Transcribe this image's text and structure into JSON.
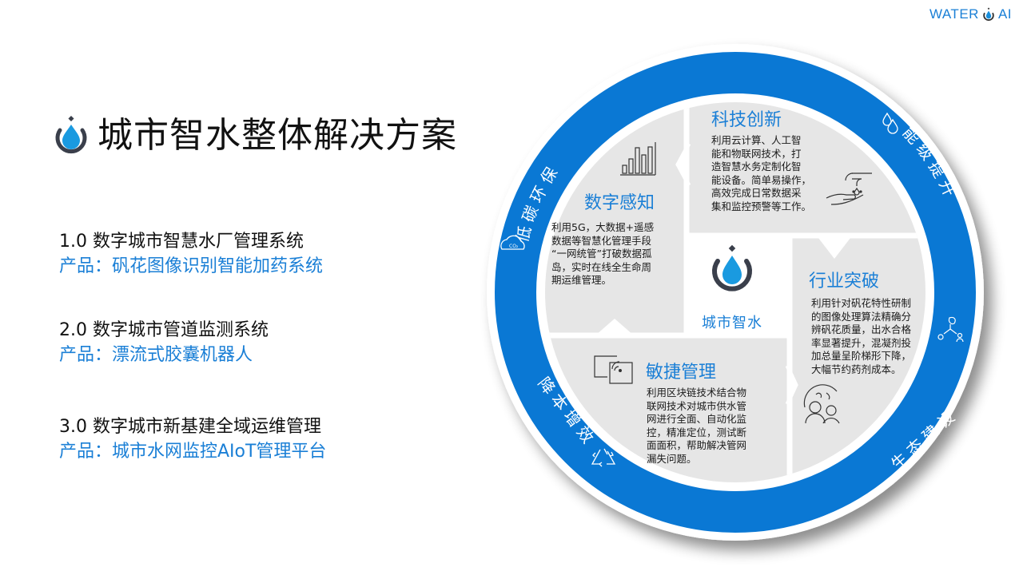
{
  "brand": {
    "left": "WATER",
    "right": "AI"
  },
  "header": {
    "title": "城市智水整体解决方案"
  },
  "products": [
    {
      "system": "1.0 数字城市智慧水厂管理系统",
      "product": "产品：矾花图像识别智能加药系统"
    },
    {
      "system": "2.0 数字城市管道监测系统",
      "product": "产品：漂流式胶囊机器人"
    },
    {
      "system": "3.0 数字城市新基建全域运维管理",
      "product": "产品：城市水网监控AIoT管理平台"
    }
  ],
  "ring": {
    "labels": [
      {
        "text": "低碳环保",
        "icon": "co2-cloud-icon"
      },
      {
        "text": "能级提升",
        "icon": "water-drops-icon"
      },
      {
        "text": "生态建设",
        "icon": "eco-network-icon"
      },
      {
        "text": "降本增效",
        "icon": "recycle-icon"
      }
    ]
  },
  "segments": {
    "digital_perception": {
      "title": "数字感知",
      "icon": "bar-chart-icon",
      "lines": [
        "利用5G，大数据+遥感",
        "数据等智慧化管理手段",
        "“一网统管”打破数据孤",
        "岛，实时在线全生命周",
        "期运维管理。"
      ]
    },
    "tech_innovation": {
      "title": "科技创新",
      "icon": "faucet-hand-icon",
      "lines": [
        "利用云计算、人工智",
        "能和物联网技术，打",
        "造智慧水务定制化智",
        "能设备。简单易操作，",
        "高效完成日常数据采",
        "集和监控预警等工作。"
      ]
    },
    "industry_breakthrough": {
      "title": "行业突破",
      "icon": "people-globe-icon",
      "lines": [
        "利用针对矾花特性研制",
        "的图像处理算法精确分",
        "辨矾花质量，出水合格",
        "率显著提升，混凝剂投",
        "加总量呈阶梯形下降，",
        "大幅节约药剂成本。"
      ]
    },
    "agile_management": {
      "title": "敏捷管理",
      "icon": "wireless-screen-icon",
      "lines": [
        "利用区块链技术结合物",
        "联网技术对城市供水管",
        "网进行全面、自动化监",
        "控，精准定位，测试断",
        "面面积，帮助解决管网",
        "漏失问题。"
      ]
    }
  },
  "center": {
    "label": "城市智水",
    "icon": "water-drop-logo-icon"
  },
  "colors": {
    "accent": "#0a78d4",
    "panel": "#e6e6e6",
    "text": "#1a1a1a",
    "title": "#111111"
  }
}
